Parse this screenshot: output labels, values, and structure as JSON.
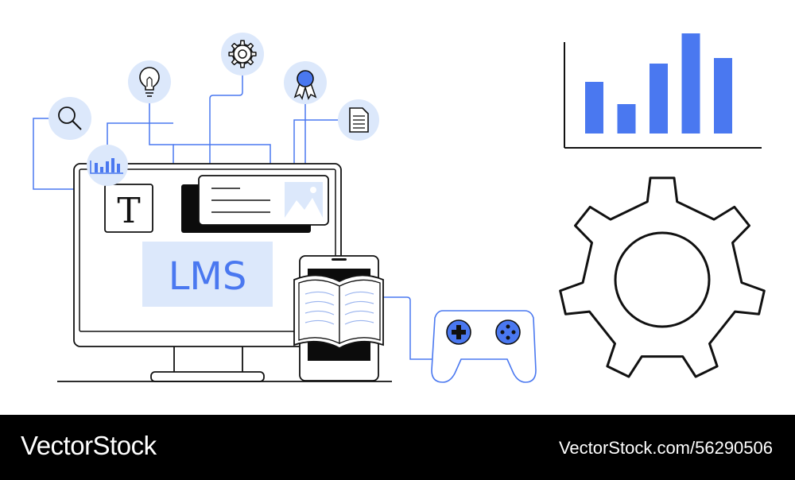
{
  "illustration": {
    "monitor_text": "LMS",
    "text_icon_glyph": "T",
    "icons": [
      "search-icon",
      "lightbulb-icon",
      "gear-icon",
      "award-ribbon-icon",
      "document-icon",
      "bar-chart-icon",
      "image-icon",
      "open-book-icon",
      "gamepad-icon",
      "smartphone-icon"
    ]
  },
  "chart_data": {
    "type": "bar",
    "title": "",
    "xlabel": "",
    "ylabel": "",
    "categories": [
      "",
      "",
      "",
      "",
      ""
    ],
    "values": [
      65,
      37,
      88,
      126,
      95
    ],
    "ylim": [
      0,
      130
    ],
    "grid": false
  },
  "colors": {
    "accent": "#4a78f0",
    "accent_light": "#dce8fb",
    "line": "#111111",
    "footer_bg": "#000000",
    "footer_text": "#ffffff"
  },
  "footer": {
    "brand": "VectorStock",
    "stock_id": "VectorStock.com/56290506"
  }
}
